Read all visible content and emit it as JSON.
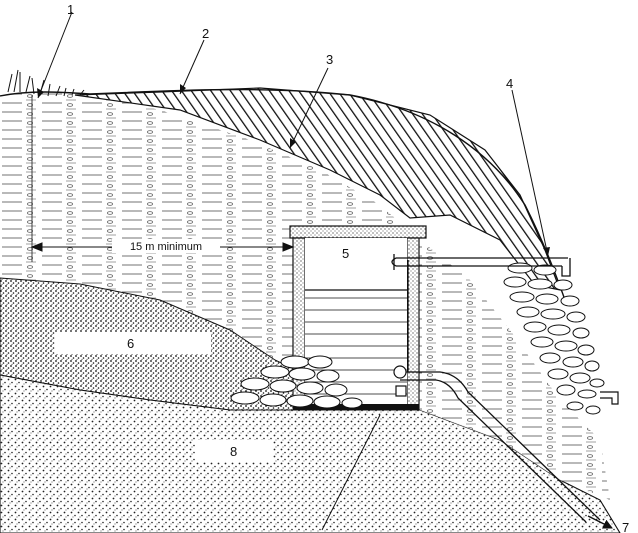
{
  "callouts": {
    "c1": "1",
    "c2": "2",
    "c3": "3",
    "c4": "4",
    "c5": "5",
    "c6": "6",
    "c7": "7",
    "c8": "8"
  },
  "dimension_label": "15 m minimum",
  "colors": {
    "ink": "#111111",
    "paper": "#ffffff"
  }
}
